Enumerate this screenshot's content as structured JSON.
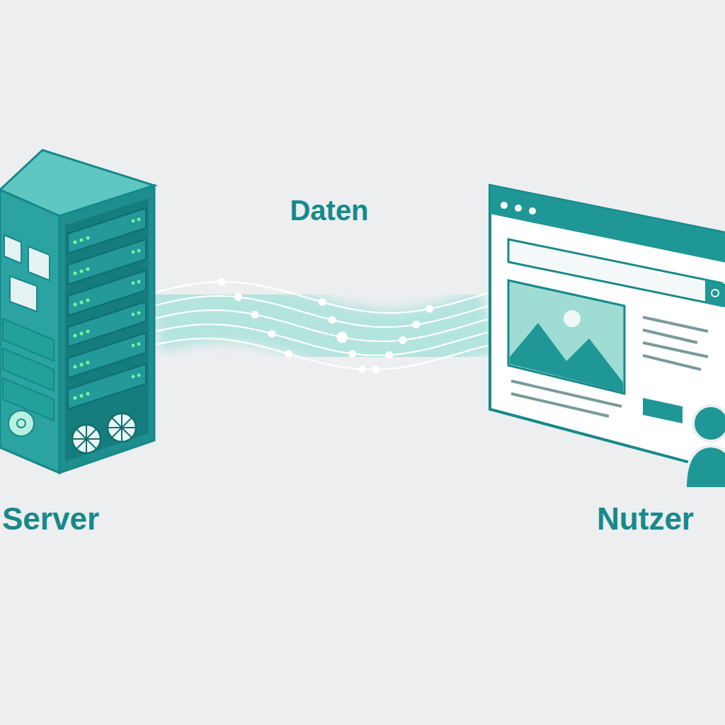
{
  "diagram": {
    "nodes": [
      {
        "text": [
          "Server"
        ]
      },
      {
        "text": [
          "Nutzer"
        ]
      }
    ],
    "edges": [
      {
        "from": 0,
        "to": 1,
        "label": "Daten",
        "arrow": "none"
      }
    ]
  }
}
